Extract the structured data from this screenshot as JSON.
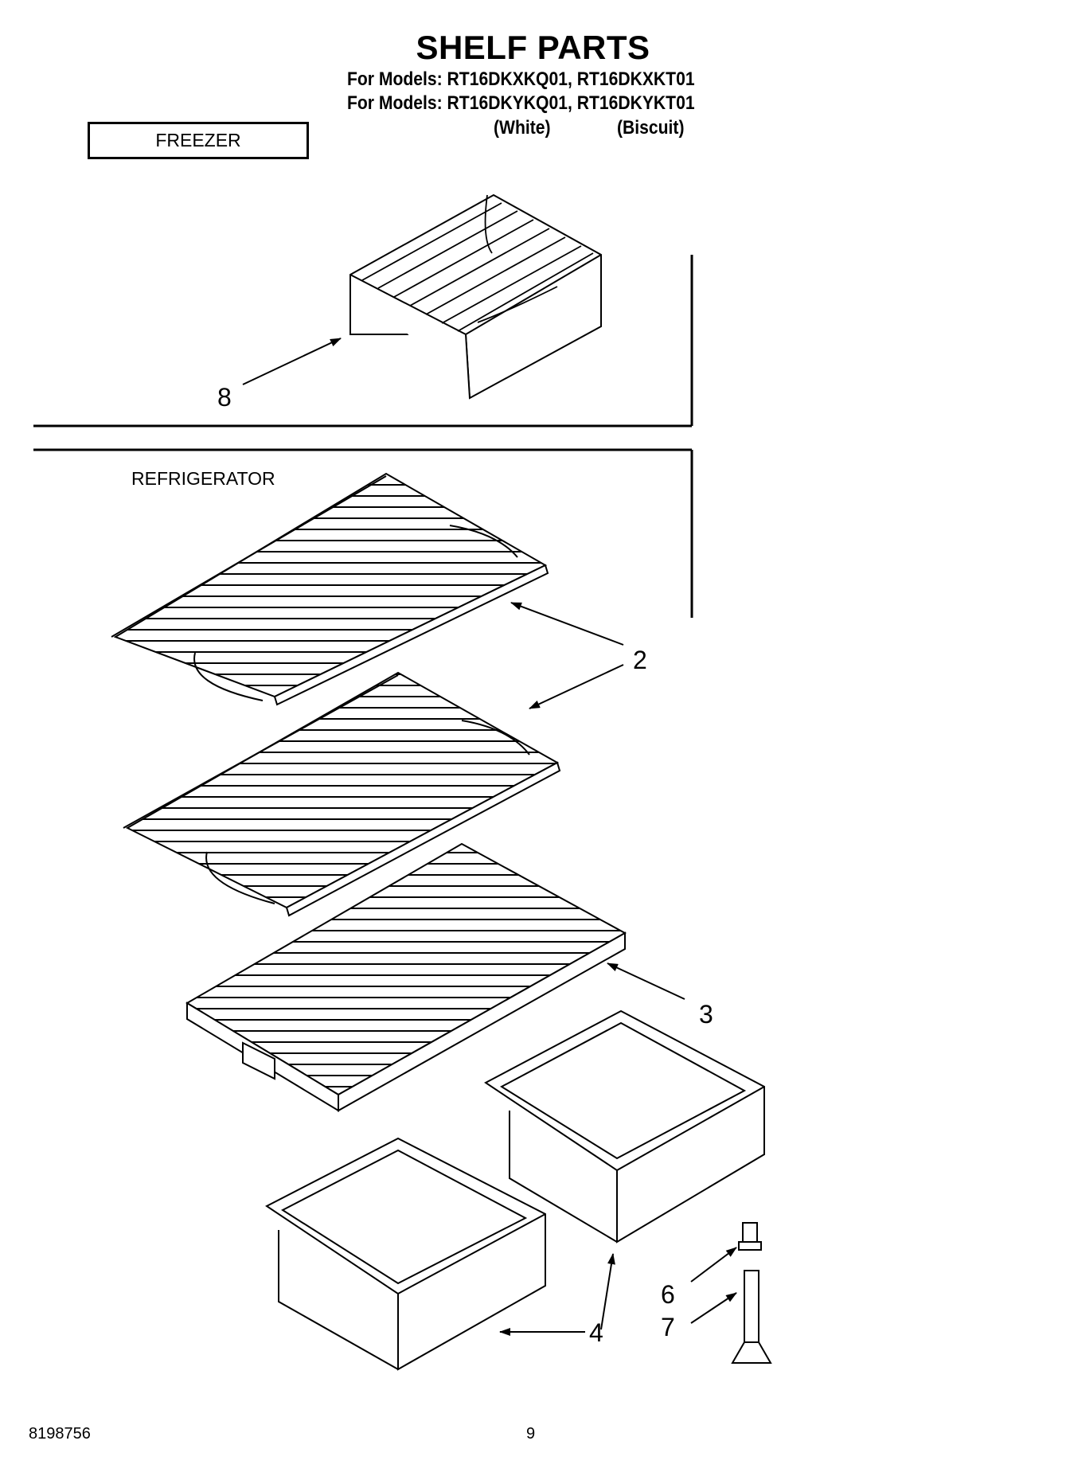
{
  "header": {
    "title": "SHELF PARTS",
    "models_line_1": "For Models: RT16DKXKQ01, RT16DKXKT01",
    "models_line_2": "For Models: RT16DKYKQ01, RT16DKYKT01",
    "color_1": "(White)",
    "color_2": "(Biscuit)"
  },
  "sections": {
    "freezer": "FREEZER",
    "refrigerator": "REFRIGERATOR"
  },
  "callouts": {
    "c8": "8",
    "c2": "2",
    "c3": "3",
    "c4": "4",
    "c6": "6",
    "c7": "7"
  },
  "footer": {
    "doc_number": "8198756",
    "page": "9"
  }
}
